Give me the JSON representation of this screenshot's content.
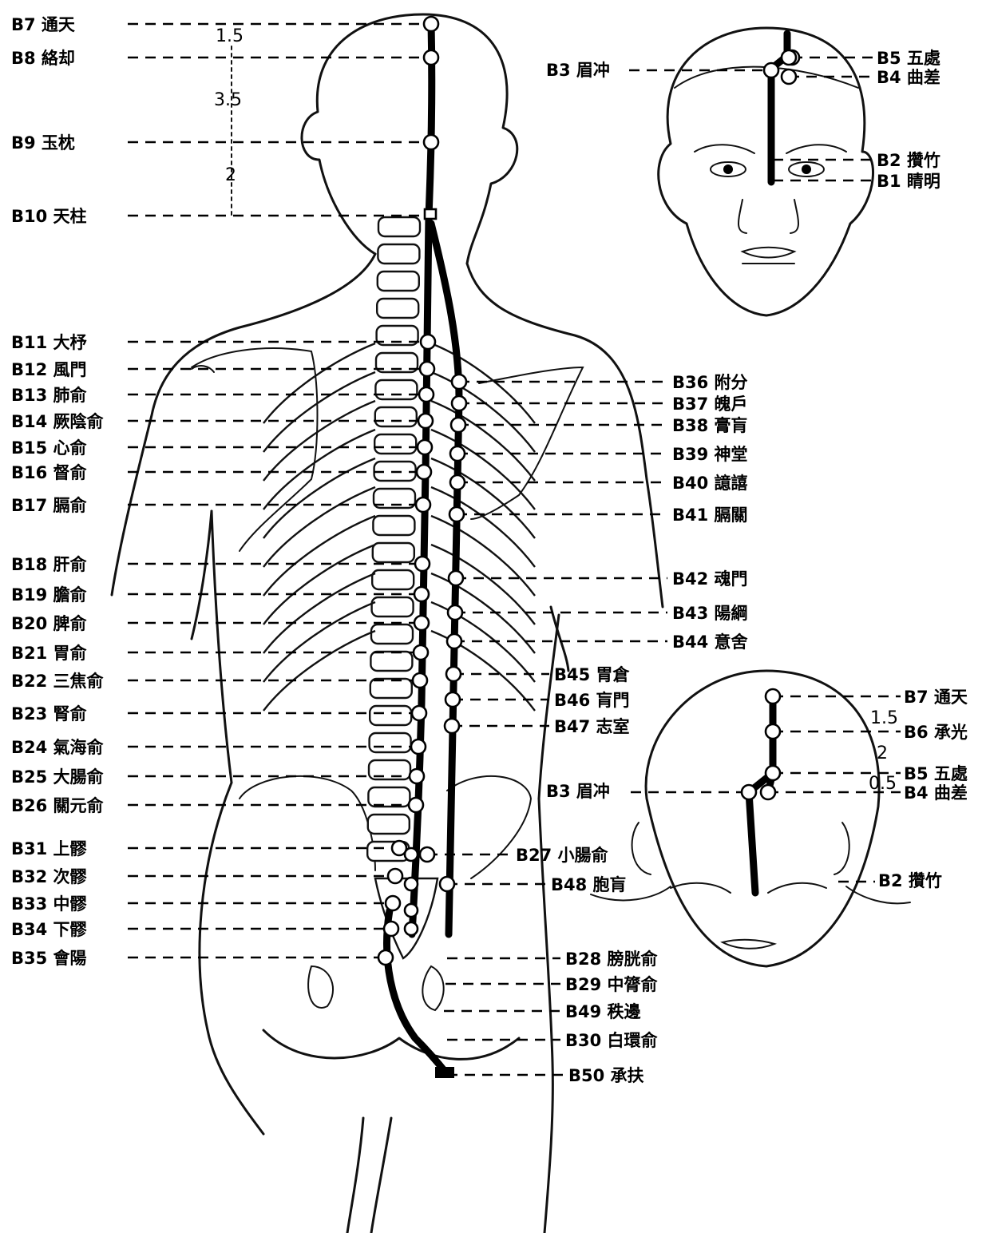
{
  "points": {
    "main_left": [
      {
        "code": "B7",
        "name": "通天"
      },
      {
        "code": "B8",
        "name": "絡却"
      },
      {
        "code": "B9",
        "name": "玉枕"
      },
      {
        "code": "B10",
        "name": "天柱"
      },
      {
        "code": "B11",
        "name": "大杼"
      },
      {
        "code": "B12",
        "name": "風門"
      },
      {
        "code": "B13",
        "name": "肺俞"
      },
      {
        "code": "B14",
        "name": "厥陰俞"
      },
      {
        "code": "B15",
        "name": "心俞"
      },
      {
        "code": "B16",
        "name": "督俞"
      },
      {
        "code": "B17",
        "name": "膈俞"
      },
      {
        "code": "B18",
        "name": "肝俞"
      },
      {
        "code": "B19",
        "name": "膽俞"
      },
      {
        "code": "B20",
        "name": "脾俞"
      },
      {
        "code": "B21",
        "name": "胃俞"
      },
      {
        "code": "B22",
        "name": "三焦俞"
      },
      {
        "code": "B23",
        "name": "腎俞"
      },
      {
        "code": "B24",
        "name": "氣海俞"
      },
      {
        "code": "B25",
        "name": "大腸俞"
      },
      {
        "code": "B26",
        "name": "關元俞"
      },
      {
        "code": "B31",
        "name": "上髎"
      },
      {
        "code": "B32",
        "name": "次髎"
      },
      {
        "code": "B33",
        "name": "中髎"
      },
      {
        "code": "B34",
        "name": "下髎"
      },
      {
        "code": "B35",
        "name": "會陽"
      }
    ],
    "main_right": [
      {
        "code": "B36",
        "name": "附分"
      },
      {
        "code": "B37",
        "name": "魄戶"
      },
      {
        "code": "B38",
        "name": "膏肓"
      },
      {
        "code": "B39",
        "name": "神堂"
      },
      {
        "code": "B40",
        "name": "譩譆"
      },
      {
        "code": "B41",
        "name": "膈關"
      },
      {
        "code": "B42",
        "name": "魂門"
      },
      {
        "code": "B43",
        "name": "陽綱"
      },
      {
        "code": "B44",
        "name": "意舍"
      },
      {
        "code": "B45",
        "name": "胃倉"
      },
      {
        "code": "B46",
        "name": "肓門"
      },
      {
        "code": "B47",
        "name": "志室"
      },
      {
        "code": "B27",
        "name": "小腸俞"
      },
      {
        "code": "B48",
        "name": "胞肓"
      },
      {
        "code": "B28",
        "name": "膀胱俞"
      },
      {
        "code": "B29",
        "name": "中膂俞"
      },
      {
        "code": "B49",
        "name": "秩邊"
      },
      {
        "code": "B30",
        "name": "白環俞"
      },
      {
        "code": "B50",
        "name": "承扶"
      }
    ],
    "front_face": [
      {
        "code": "B3",
        "name": "眉冲"
      },
      {
        "code": "B5",
        "name": "五處"
      },
      {
        "code": "B4",
        "name": "曲差"
      },
      {
        "code": "B2",
        "name": "攢竹"
      },
      {
        "code": "B1",
        "name": "睛明"
      }
    ],
    "top_head": [
      {
        "code": "B7",
        "name": "通天"
      },
      {
        "code": "B6",
        "name": "承光"
      },
      {
        "code": "B5",
        "name": "五處"
      },
      {
        "code": "B4",
        "name": "曲差"
      },
      {
        "code": "B3",
        "name": "眉冲"
      },
      {
        "code": "B2",
        "name": "攢竹"
      }
    ]
  },
  "measurements": {
    "back_head": [
      "1.5",
      "3.5",
      "2"
    ],
    "top_head": [
      "1.5",
      "2",
      "0.5"
    ]
  }
}
